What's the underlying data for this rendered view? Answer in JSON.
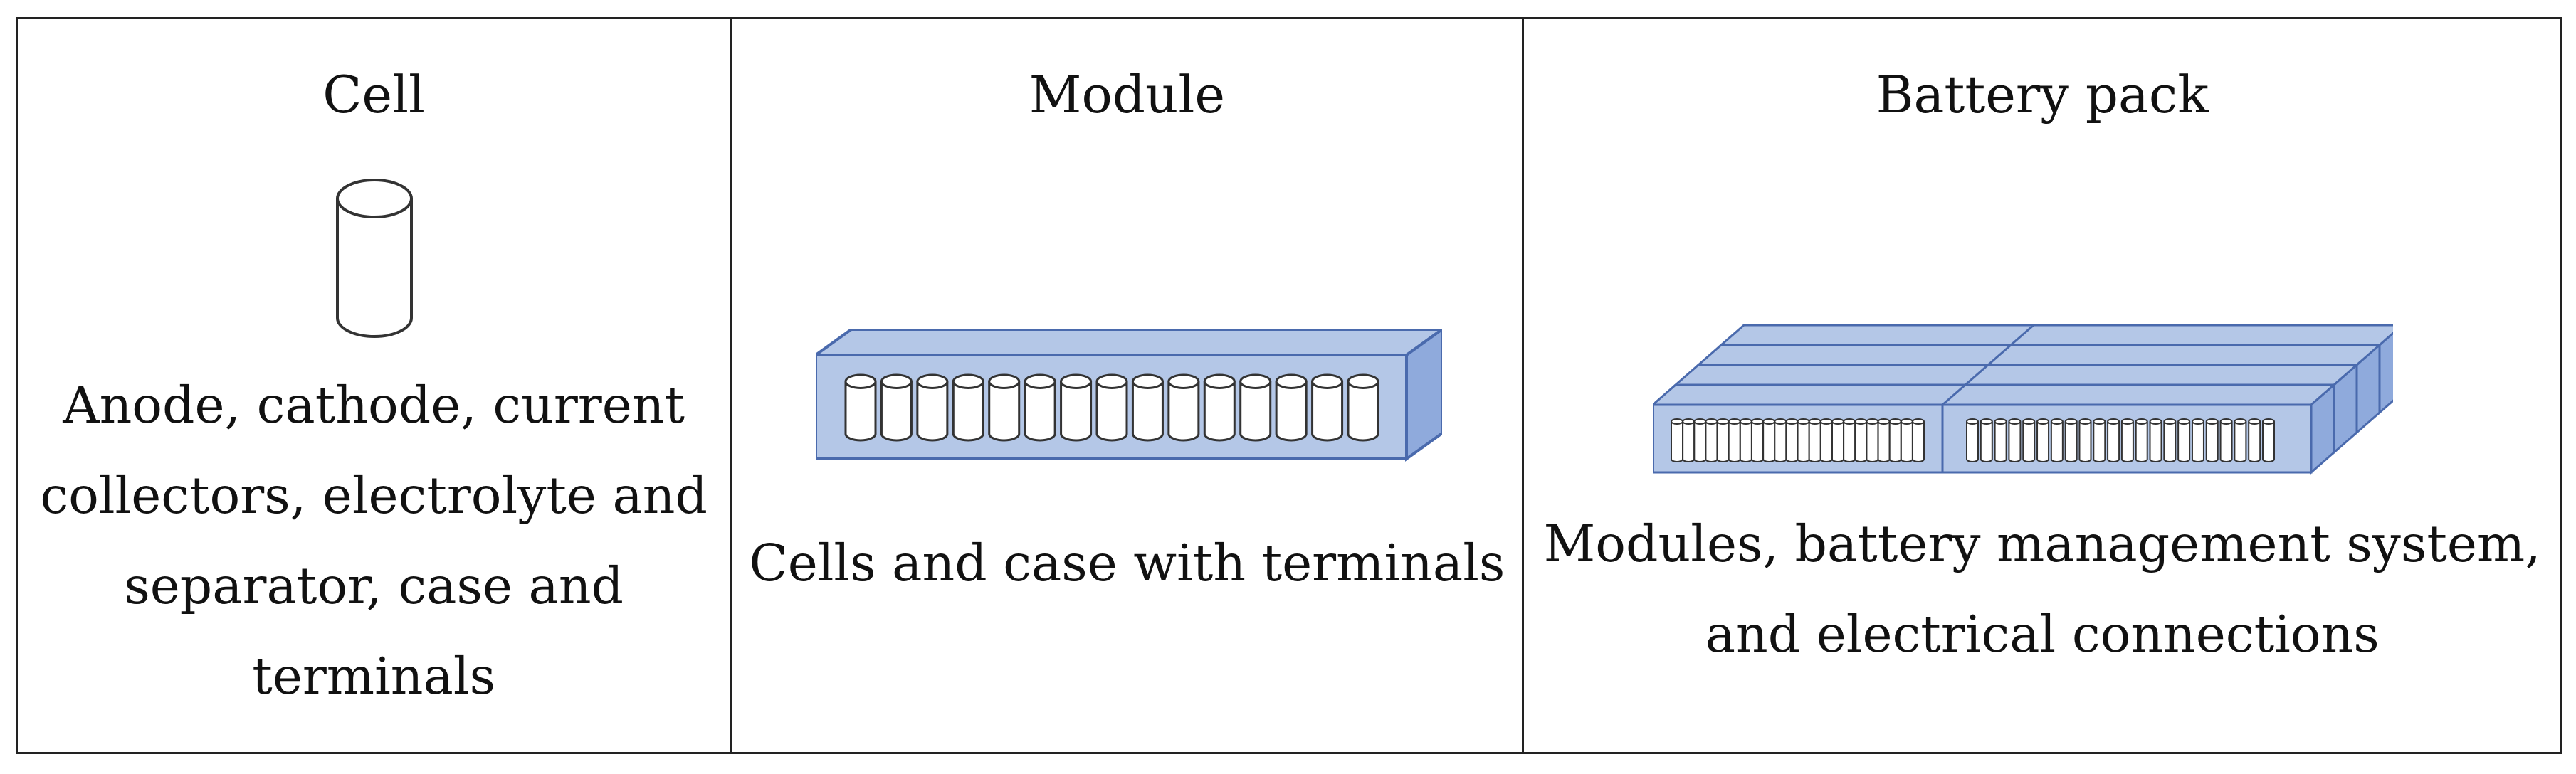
{
  "columns": [
    {
      "key": "cell",
      "heading": "Cell",
      "description_lines": [
        "Anode, cathode, current",
        "collectors, electrolyte and",
        "separator, case and",
        "terminals"
      ],
      "icon": "cylindrical-cell-icon"
    },
    {
      "key": "module",
      "heading": "Module",
      "description_lines": [
        "Cells and case with terminals"
      ],
      "icon": "battery-module-icon"
    },
    {
      "key": "pack",
      "heading": "Battery pack",
      "description_lines": [
        "Modules, battery management system,",
        "and electrical connections"
      ],
      "icon": "battery-pack-icon"
    }
  ],
  "colors": {
    "border": "#222222",
    "box_fill": "#b4c7e7",
    "box_side": "#8faadc",
    "box_edge": "#4a6aad",
    "cell_fill": "#ffffff",
    "cell_stroke": "#333333"
  },
  "module_cell_count": 15,
  "pack_cells_per_module": 22
}
